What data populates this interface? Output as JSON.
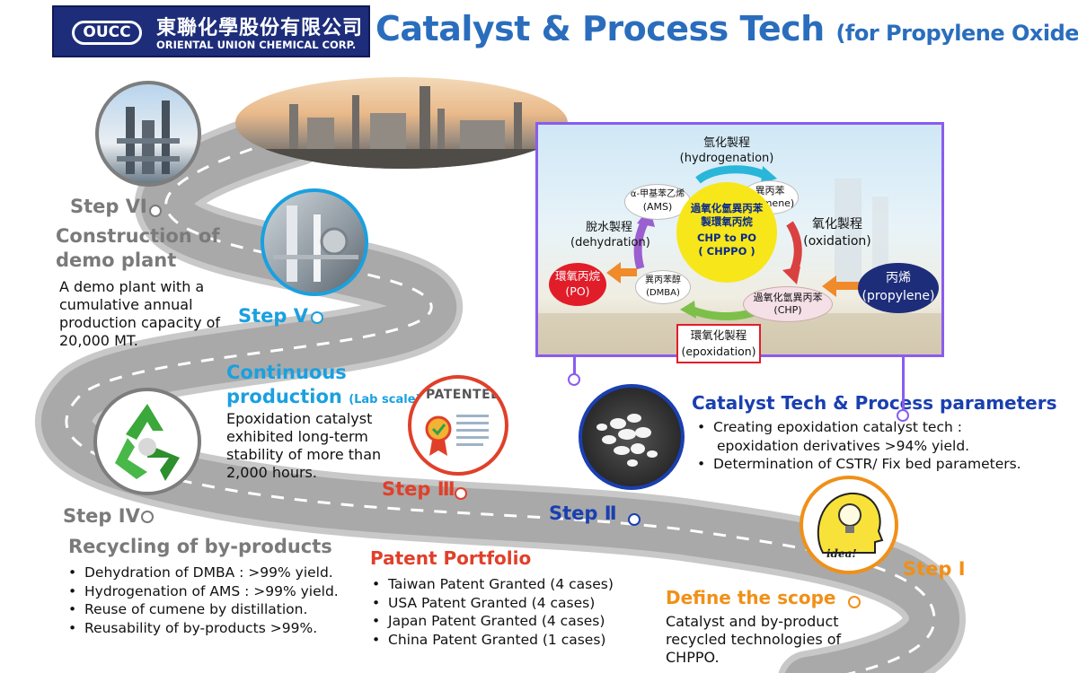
{
  "header": {
    "logo_abbr": "OUCC",
    "logo_cn": "東聯化學股份有限公司",
    "logo_en": "ORIENTAL UNION CHEMICAL CORP.",
    "title": "Catalyst & Process Tech",
    "title_sub": "(for Propylene Oxide)"
  },
  "colors": {
    "title": "#2a6dbd",
    "step_vi": "#7a7a7a",
    "step_v": "#1aa0e0",
    "step_iv": "#7a7a7a",
    "step_iii": "#e0402a",
    "step_ii": "#1a3fb0",
    "step_i": "#f09018",
    "diagram_frame": "#8a5cf0"
  },
  "step_vi": {
    "label": "Step VI",
    "heading_line1": "Construction of",
    "heading_line2": "demo plant",
    "text_line1": "A demo plant with a",
    "text_line2": "cumulative annual",
    "text_line3": "production capacity of",
    "text_line4": "20,000 MT."
  },
  "step_v": {
    "label": "Step Ⅴ",
    "heading_line1": "Continuous",
    "heading_line2": "production",
    "heading_note": "(Lab scale)",
    "text_line1": "Epoxidation catalyst",
    "text_line2": "exhibited long-term",
    "text_line3": "stability of more than",
    "text_line4": "2,000 hours."
  },
  "step_iv": {
    "label": "Step IV",
    "heading": "Recycling of by-products",
    "bullets": [
      "Dehydration of DMBA : >99% yield.",
      "Hydrogenation of AMS : >99% yield.",
      "Reuse of cumene by distillation.",
      "Reusability  of by-products >99%."
    ]
  },
  "step_iii": {
    "label": "Step Ⅲ",
    "badge_text": "PATENTED",
    "heading": "Patent Portfolio",
    "bullets": [
      "Taiwan Patent Granted (4 cases)",
      "USA Patent Granted (4 cases)",
      "Japan Patent Granted (4 cases)",
      "China Patent Granted (1 cases)"
    ]
  },
  "step_ii": {
    "label": "Step Ⅱ",
    "heading": "Catalyst Tech & Process parameters",
    "bullet1_line1": "Creating epoxidation catalyst tech :",
    "bullet1_line2": "epoxidation derivatives >94% yield.",
    "bullet2": "Determination of CSTR/ Fix bed  parameters."
  },
  "step_i": {
    "label": "Step Ⅰ",
    "idea_text": "idea!",
    "heading": "Define the scope",
    "text_line1": "Catalyst and by-product",
    "text_line2": "recycled technologies of",
    "text_line3": "CHPPO."
  },
  "diagram": {
    "hydrogenation_cn": "氫化製程",
    "hydrogenation_en": "(hydrogenation)",
    "ams_cn": "α-甲基苯乙烯",
    "ams_en": "(AMS)",
    "cumene_cn": "異丙苯",
    "cumene_en": "(Cumene)",
    "dehydration_cn": "脫水製程",
    "dehydration_en": "(dehydration)",
    "oxidation_cn": "氧化製程",
    "oxidation_en": "(oxidation)",
    "center_line1": "過氧化氫異丙苯",
    "center_line2": "製環氧丙烷",
    "center_line3": "CHP to PO",
    "center_line4": "( CHPPO )",
    "po_cn": "環氧丙烷",
    "po_en": "(PO)",
    "dmba_cn": "異丙苯醇",
    "dmba_en": "(DMBA)",
    "chp_cn": "過氧化氫異丙苯",
    "chp_en": "(CHP)",
    "propylene_cn": "丙烯",
    "propylene_en": "(propylene)",
    "epoxidation_cn": "環氧化製程",
    "epoxidation_en": "(epoxidation)"
  }
}
